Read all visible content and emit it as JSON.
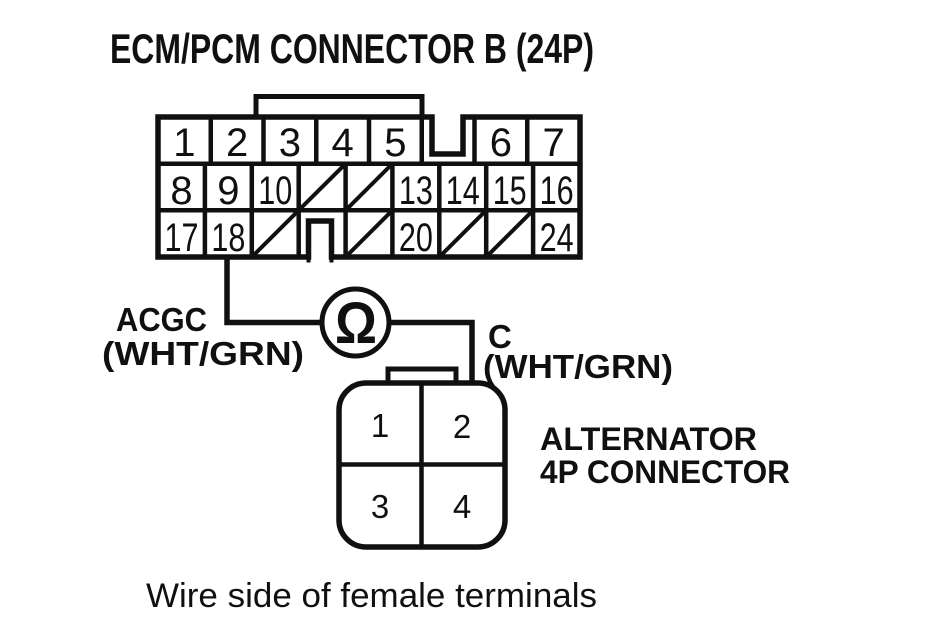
{
  "title": "ECM/PCM CONNECTOR B (24P)",
  "ecm_connector": {
    "row1": [
      "1",
      "2",
      "3",
      "4",
      "5",
      "6",
      "7"
    ],
    "row2": [
      "8",
      "9",
      "10",
      "/",
      "/",
      "13",
      "14",
      "15",
      "16"
    ],
    "row3": [
      "17",
      "18",
      "/",
      "",
      "/",
      "20",
      "/",
      "/",
      "24"
    ]
  },
  "ohmmeter": {
    "symbol": "Ω"
  },
  "labels": {
    "acgc": "ACGC",
    "acgc_wire_color": "(WHT/GRN)",
    "c": "C",
    "c_wire_color": "(WHT/GRN)",
    "alternator_line1": "ALTERNATOR",
    "alternator_line2": "4P CONNECTOR"
  },
  "alternator_connector": {
    "terminals": [
      "1",
      "2",
      "3",
      "4"
    ]
  },
  "caption": "Wire side of female terminals",
  "colors": {
    "ink": "#101010",
    "background": "#ffffff"
  }
}
